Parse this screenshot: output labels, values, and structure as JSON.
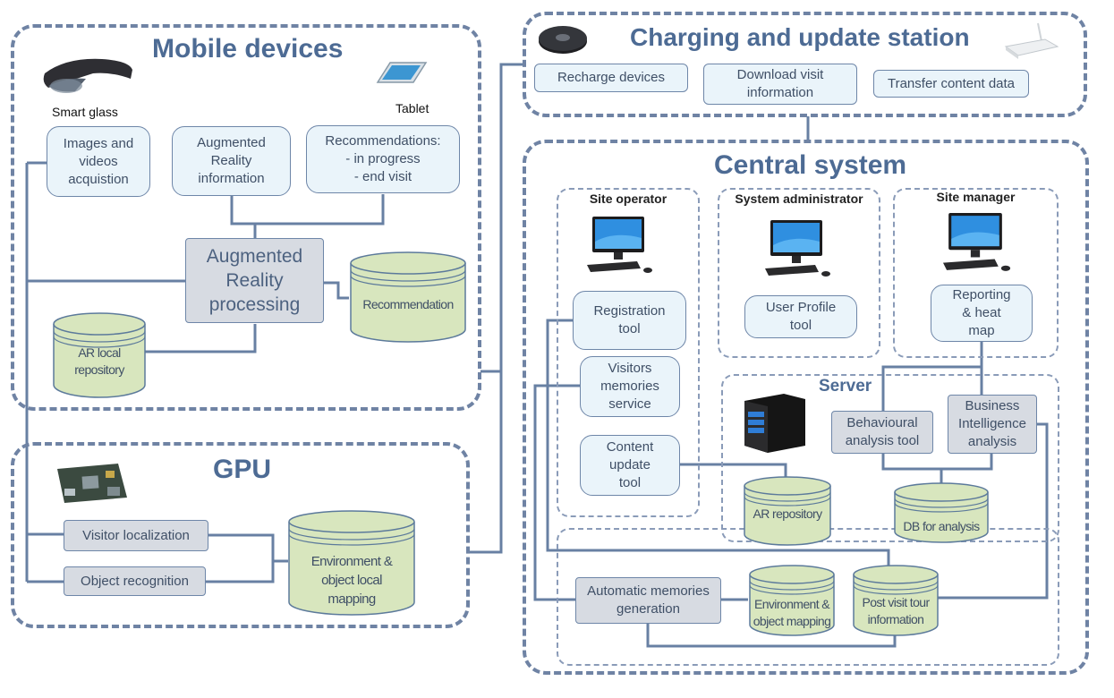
{
  "groups": {
    "mobile": "Mobile devices",
    "gpu": "GPU",
    "charging": "Charging and update station",
    "central": "Central system",
    "site_operator": "Site operator",
    "system_admin": "System administrator",
    "site_manager": "Site manager",
    "server": "Server"
  },
  "captions": {
    "smart_glass": "Smart glass",
    "tablet": "Tablet"
  },
  "nodes": {
    "images_videos": "Images and\nvideos\nacquistion",
    "ar_information": "Augmented\nReality\ninformation",
    "recommendations": "Recommendations:\n- in progress\n- end visit",
    "ar_processing": "Augmented\nReality\nprocessing",
    "recommendation_db": "Recommendation",
    "ar_local_repo": "AR local\nrepository",
    "visitor_localization": "Visitor localization",
    "object_recognition": "Object recognition",
    "env_object_local_mapping": "Environment &\nobject local\nmapping",
    "recharge": "Recharge devices",
    "download_visit": "Download visit\ninformation",
    "transfer_content": "Transfer content data",
    "registration_tool": "Registration\ntool",
    "visitors_memories": "Visitors\nmemories\nservice",
    "content_update": "Content\nupdate\ntool",
    "user_profile": "User Profile\ntool",
    "reporting": "Reporting\n& heat\nmap",
    "behavioural": "Behavioural\nanalysis tool",
    "business_intel": "Business\nIntelligence\nanalysis",
    "ar_repository": "AR repository",
    "db_analysis": "DB for analysis",
    "auto_memories": "Automatic memories\ngeneration",
    "env_object_mapping": "Environment &\nobject mapping",
    "post_visit": "Post visit tour\ninformation"
  },
  "icons": {
    "smart_glass": "smart-glass-icon",
    "tablet": "tablet-icon",
    "charging_pad": "charging-pad-icon",
    "router": "wifi-router-icon",
    "gpu_board": "gpu-board-icon",
    "computer": "desktop-computer-icon",
    "server": "server-tower-icon"
  },
  "colors": {
    "group_border": "#6f83a4",
    "title": "#4d6b94",
    "light_box": "#eaf4fa",
    "gray_box": "#d7dbe2",
    "cylinder": "#d8e6be",
    "connector": "#6880a3"
  }
}
